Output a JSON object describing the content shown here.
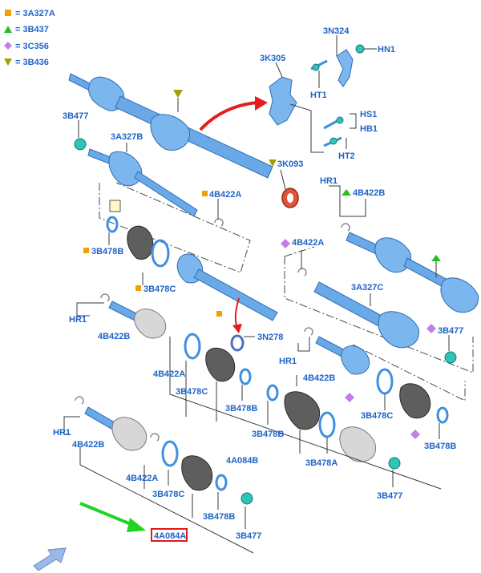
{
  "legend": [
    {
      "label": "= 3A327A",
      "marker": "square",
      "color": "#f0a000"
    },
    {
      "label": "= 3B437",
      "marker": "triangle-up",
      "color": "#22c022"
    },
    {
      "label": "= 3C356",
      "marker": "diamond",
      "color": "#c080e8"
    },
    {
      "label": "= 3B436",
      "marker": "triangle-down",
      "color": "#a0a000"
    }
  ],
  "labels": {
    "n3N324": "3N324",
    "nHN1": "HN1",
    "n3K305": "3K305",
    "nHT1": "HT1",
    "nHS1": "HS1",
    "nHB1": "HB1",
    "nHT2": "HT2",
    "n3B477_top": "3B477",
    "n3A327B": "3A327B",
    "n3K093": "3K093",
    "nHR1_right": "HR1",
    "n4B422B_right_top": "4B422B",
    "n4B422A_upper": "4B422A",
    "n3B478B_upper": "3B478B",
    "n4B422A_right": "4B422A",
    "n3B478C_upper": "3B478C",
    "n3A327C": "3A327C",
    "nHR1_mid": "HR1",
    "n4B422B_mid": "4B422B",
    "n3N278": "3N278",
    "n3B477_right": "3B477",
    "nHR1_right_mid": "HR1",
    "n4B422B_right_mid": "4B422B",
    "n4B422A_mid": "4B422A",
    "n3B478C_mid": "3B478C",
    "n3B478B_mid": "3B478B",
    "n3B478C_right": "3B478C",
    "n3B478B_mid2": "3B478B",
    "n3B478B_right": "3B478B",
    "nHR1_low": "HR1",
    "n4B422B_low": "4B422B",
    "n4A084B": "4A084B",
    "n3B478A": "3B478A",
    "n4B422A_low": "4B422A",
    "n3B478C_low": "3B478C",
    "n3B478B_low": "3B478B",
    "n3B477_lowright": "3B477",
    "n4A084A": "4A084A",
    "n3B477_low": "3B477"
  },
  "colors": {
    "label_blue": "#1e64c8",
    "highlight_red": "#e01818",
    "arrow_red": "#e41c1c",
    "arrow_green": "#22d422"
  },
  "icons": {
    "pointer_arrow": "green-arrow-icon",
    "nav_arrow": "back-arrow-icon"
  }
}
